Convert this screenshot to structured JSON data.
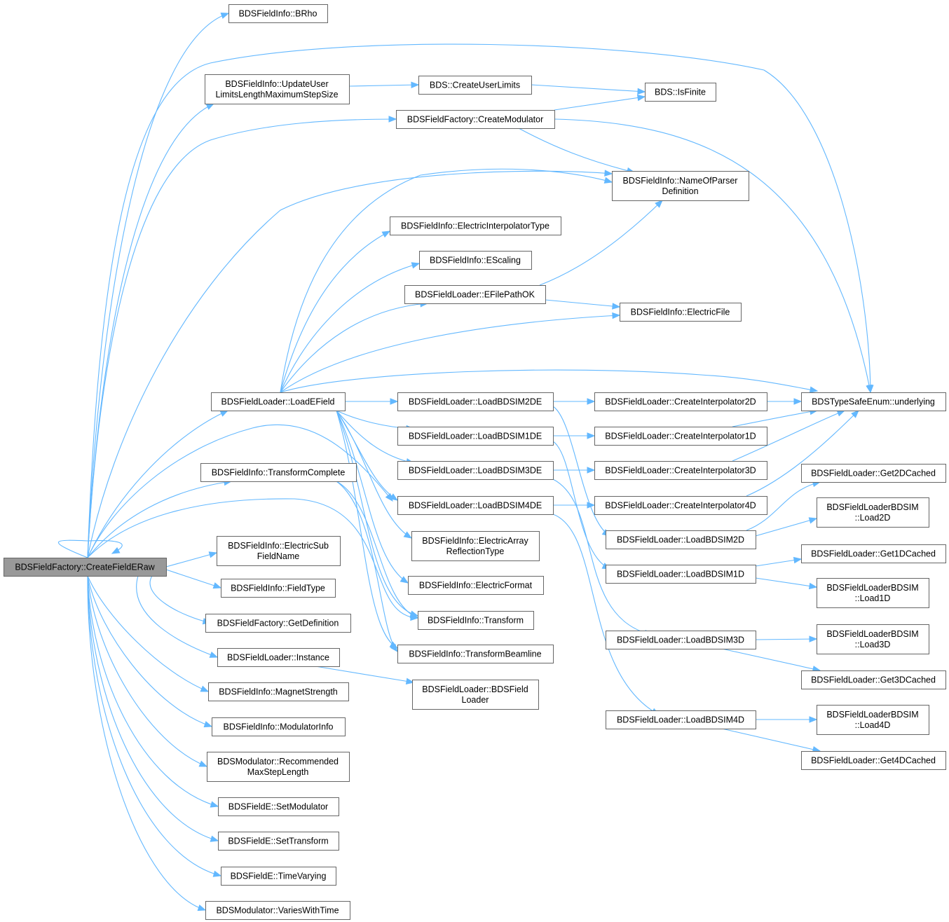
{
  "colors": {
    "edge": "#63b8ff",
    "node_border": "#666666",
    "root_fill": "#999999",
    "node_fill": "#ffffff"
  },
  "nodes": {
    "root": "BDSFieldFactory::CreateFieldERaw",
    "brho": "BDSFieldInfo::BRho",
    "uuls": [
      "BDSFieldInfo::UpdateUser",
      "LimitsLengthMaximumStepSize"
    ],
    "cul": "BDS::CreateUserLimits",
    "isfinite": "BDS::IsFinite",
    "cmod": "BDSFieldFactory::CreateModulator",
    "nopd": [
      "BDSFieldInfo::NameOfParser",
      "Definition"
    ],
    "eit": "BDSFieldInfo::ElectricInterpolatorType",
    "escaling": "BDSFieldInfo::EScaling",
    "efpok": "BDSFieldLoader::EFilePathOK",
    "efile": "BDSFieldInfo::ElectricFile",
    "lef": "BDSFieldLoader::LoadEField",
    "tse": "BDSTypeSafeEnum::underlying",
    "l2de": "BDSFieldLoader::LoadBDSIM2DE",
    "l1de": "BDSFieldLoader::LoadBDSIM1DE",
    "l3de": "BDSFieldLoader::LoadBDSIM3DE",
    "l4de": "BDSFieldLoader::LoadBDSIM4DE",
    "ci2d": "BDSFieldLoader::CreateInterpolator2D",
    "ci1d": "BDSFieldLoader::CreateInterpolator1D",
    "ci3d": "BDSFieldLoader::CreateInterpolator3D",
    "ci4d": "BDSFieldLoader::CreateInterpolator4D",
    "tc": "BDSFieldInfo::TransformComplete",
    "g2dc": "BDSFieldLoader::Get2DCached",
    "fl2d": [
      "BDSFieldLoaderBDSIM",
      "::Load2D"
    ],
    "lb2d": "BDSFieldLoader::LoadBDSIM2D",
    "earT": [
      "BDSFieldInfo::ElectricArray",
      "ReflectionType"
    ],
    "esfn": [
      "BDSFieldInfo::ElectricSub",
      "FieldName"
    ],
    "g1dc": "BDSFieldLoader::Get1DCached",
    "lb1d": "BDSFieldLoader::LoadBDSIM1D",
    "fl1d": [
      "BDSFieldLoaderBDSIM",
      "::Load1D"
    ],
    "eformat": "BDSFieldInfo::ElectricFormat",
    "ftype": "BDSFieldInfo::FieldType",
    "gdef": "BDSFieldFactory::GetDefinition",
    "transform": "BDSFieldInfo::Transform",
    "lb3d": "BDSFieldLoader::LoadBDSIM3D",
    "fl3d": [
      "BDSFieldLoaderBDSIM",
      "::Load3D"
    ],
    "inst": "BDSFieldLoader::Instance",
    "tbl": "BDSFieldInfo::TransformBeamline",
    "g3dc": "BDSFieldLoader::Get3DCached",
    "mstr": "BDSFieldInfo::MagnetStrength",
    "flctor": [
      "BDSFieldLoader::BDSField",
      "Loader"
    ],
    "lb4d": "BDSFieldLoader::LoadBDSIM4D",
    "fl4d": [
      "BDSFieldLoaderBDSIM",
      "::Load4D"
    ],
    "minfo": "BDSFieldInfo::ModulatorInfo",
    "g4dc": "BDSFieldLoader::Get4DCached",
    "rmsl": [
      "BDSModulator::Recommended",
      "MaxStepLength"
    ],
    "setmod": "BDSFieldE::SetModulator",
    "settr": "BDSFieldE::SetTransform",
    "tvary": "BDSFieldE::TimeVarying",
    "vwt": "BDSModulator::VariesWithTime"
  }
}
